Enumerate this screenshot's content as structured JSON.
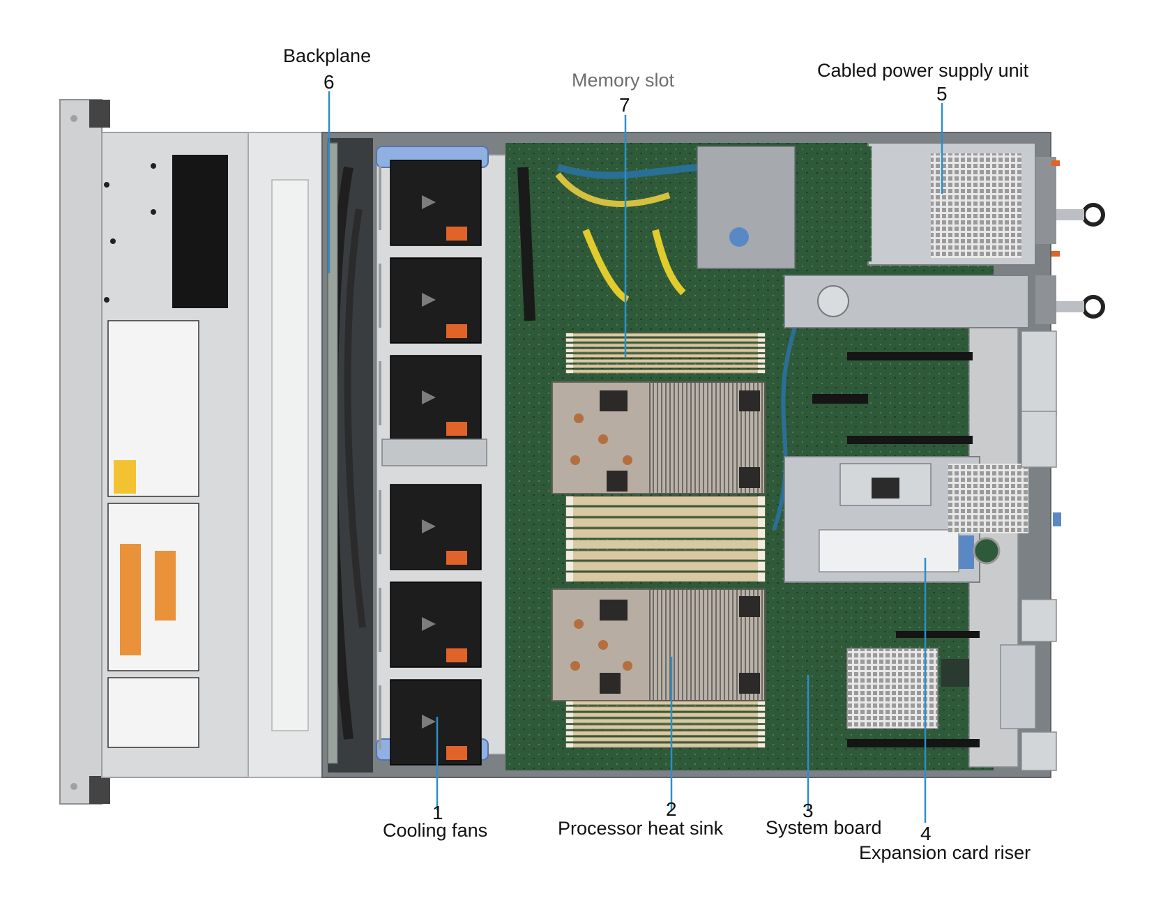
{
  "callouts": [
    {
      "number": "1",
      "label": "Cooling fans"
    },
    {
      "number": "2",
      "label": "Processor heat sink"
    },
    {
      "number": "3",
      "label": "System board"
    },
    {
      "number": "4",
      "label": "Expansion card riser"
    },
    {
      "number": "5",
      "label": "Cabled power supply unit"
    },
    {
      "number": "6",
      "label": "Backplane"
    },
    {
      "number": "7",
      "label": "Memory slot"
    }
  ],
  "colors": {
    "chassis": "#c9cbcd",
    "board": "#2f5a3a",
    "fan": "#1d1d1d",
    "accent_orange": "#e0632a",
    "leader": "#2b8fc9",
    "dimm": "#d8c9a2"
  }
}
